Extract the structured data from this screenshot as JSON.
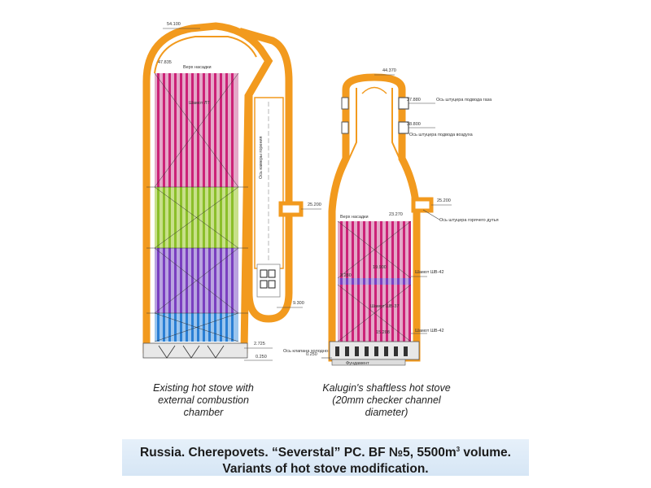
{
  "left_stove": {
    "caption": [
      "Existing hot stove with",
      "external combustion",
      "chamber"
    ],
    "dome_mark": "54.100",
    "checker_top_label": "Верх насадки",
    "checker_top_mark": "47.835",
    "checker_type_1": "Шамот ЛТ",
    "outlet_mark": "25.200",
    "axis_label": "Ось камеры горения",
    "burner_mark": "9.300",
    "bottom_axis_label": "Ось клапана холодного дутья",
    "bottom_mark_1": "2.725",
    "bottom_mark_2": "0.250"
  },
  "right_stove": {
    "caption": [
      "Kalugin's shaftless hot stove",
      "(20mm checker channel",
      "diameter)"
    ],
    "dome_mark": "44.370",
    "nozzle_mark_1": "37.880",
    "nozzle_label_1": "Ось штуцера подвода газа",
    "nozzle_mark_2": "38.800",
    "nozzle_label_2": "Ось штуцера подвода воздуха",
    "outlet_mark": "25.200",
    "outlet_label": "Ось штуцера горячего дутья",
    "checker_top_label": "Верх насадки",
    "checker_top_mark": "23.270",
    "checker_label_1": "Шамот ШВ-42",
    "checker_label_2": "Шамот ШВ-37",
    "checker_label_3": "Шамот ШВ-42",
    "mark_1": "19.900",
    "mark_2": "15.208",
    "mark_3": "3.280",
    "bottom_mark": "0.250",
    "base_label": "Фундамент"
  },
  "banner": {
    "line1_pre": "Russia. Cherepovets. “Severstal” PC. BF №5,  5500m",
    "line1_sup": "3",
    "line1_post": " volume.",
    "line2": "Variants of hot stove modification."
  },
  "colors": {
    "shell": "#f29a1e",
    "shell_fill": "#ffffff",
    "magenta": "#cc2277",
    "purple": "#7a3fc0",
    "green": "#8bbf2a",
    "blue": "#2b7fd4"
  }
}
